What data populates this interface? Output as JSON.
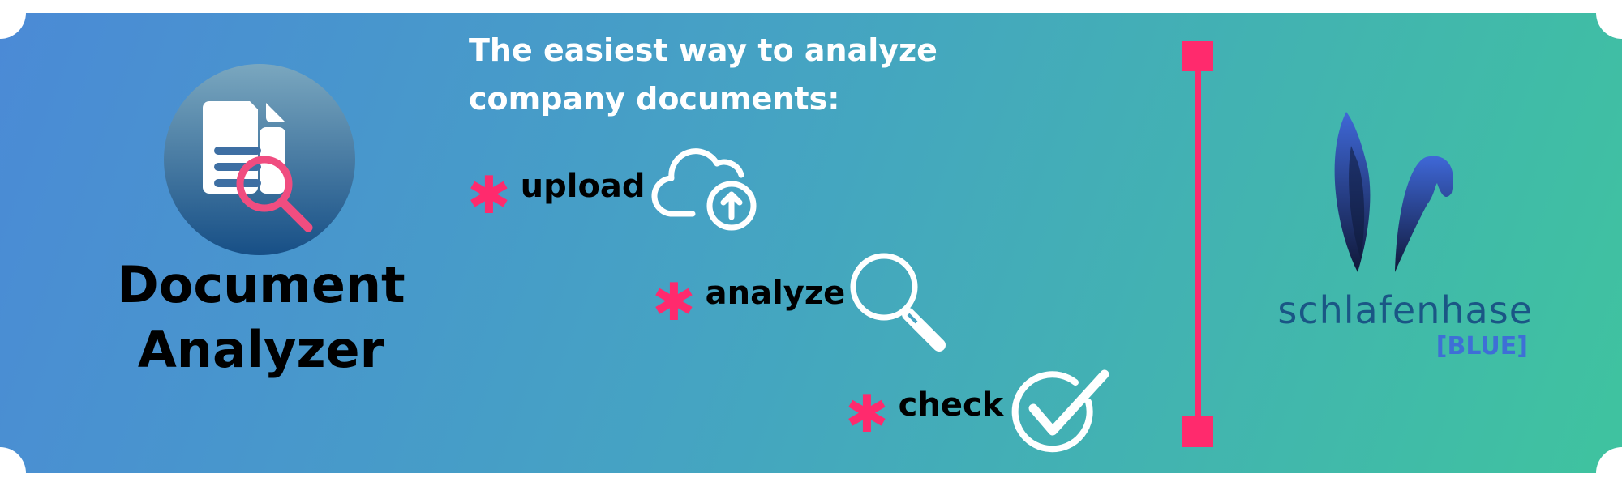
{
  "product": {
    "name_line1": "Document",
    "name_line2": "Analyzer",
    "logo_icon": "document-search-icon"
  },
  "tagline": {
    "line1": "The easiest way to analyze",
    "line2": "company documents:"
  },
  "steps": [
    {
      "label": "upload",
      "icon": "cloud-upload-icon"
    },
    {
      "label": "analyze",
      "icon": "magnifier-icon"
    },
    {
      "label": "check",
      "icon": "check-circle-icon"
    }
  ],
  "brand": {
    "name": "schlafenhase",
    "tag": "[BLUE]"
  },
  "colors": {
    "accent": "#ff2a6d",
    "gradient_start": "#4b8ad6",
    "gradient_end": "#3fc39f",
    "brand_text": "#1a5685",
    "brand_tag": "#3e6fd6"
  }
}
